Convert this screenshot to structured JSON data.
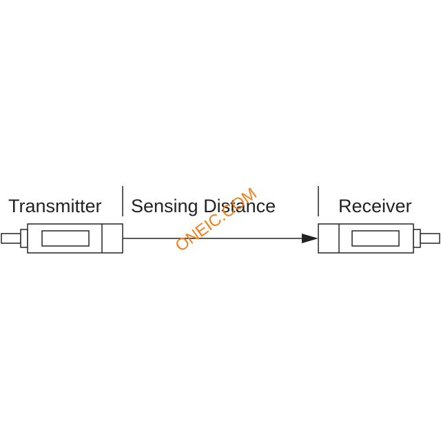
{
  "labels": {
    "transmitter": "Transmitter",
    "sensing_distance": "Sensing Distance",
    "receiver": "Receiver"
  },
  "watermark": {
    "text": "ONEIC.COM",
    "color": "#f07f1d"
  },
  "colors": {
    "line": "#222222",
    "background": "#ffffff"
  }
}
